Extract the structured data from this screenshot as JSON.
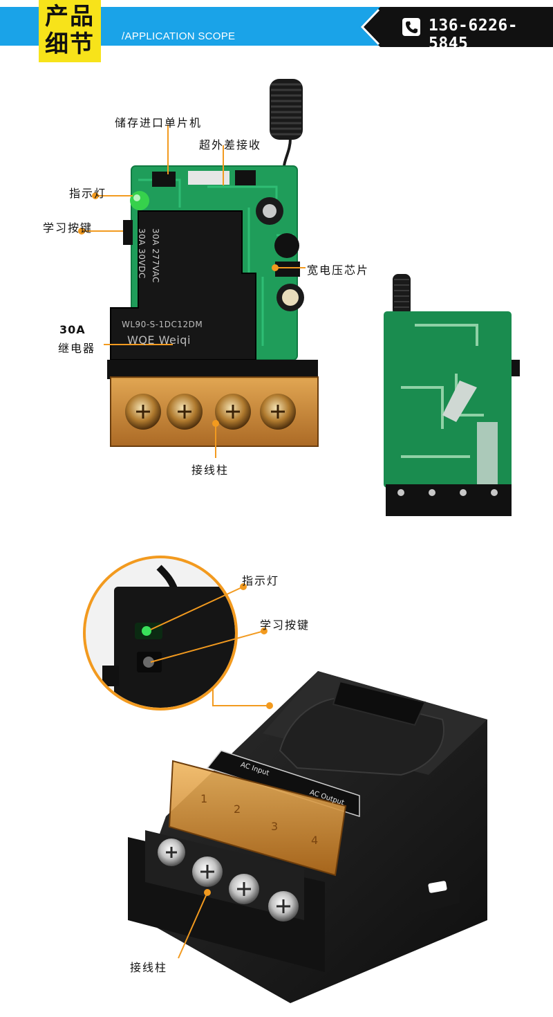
{
  "header": {
    "title_line1": "产品",
    "title_line2": "细节",
    "subtitle": "/APPLICATION SCOPE",
    "phone": "136-6226-5845",
    "phone_icon": "phone-icon"
  },
  "colors": {
    "banner_blue": "#1aa3e8",
    "title_yellow": "#f7e31a",
    "phone_black": "#111111",
    "callout_orange": "#f29a1f"
  },
  "top_section": {
    "labels": {
      "mcu": "储存进口单片机",
      "receiver": "超外差接收",
      "indicator": "指示灯",
      "learn_button": "学习按键",
      "wide_voltage_chip": "宽电压芯片",
      "relay_line1": "30A",
      "relay_line2": "继电器",
      "terminal": "接线柱"
    },
    "relay_print": {
      "brand": "WQE Weiqi",
      "model": "WL90-S-1DC12DM",
      "rating1": "30A 277VAC",
      "rating2": "30A 30VDC"
    }
  },
  "bottom_section": {
    "labels": {
      "indicator": "指示灯",
      "learn_button": "学习按键",
      "terminal": "接线柱"
    },
    "case_print": {
      "ac_input": "AC Input",
      "ac_output": "AC Output",
      "numbers": [
        "1",
        "2",
        "3",
        "4"
      ]
    }
  }
}
